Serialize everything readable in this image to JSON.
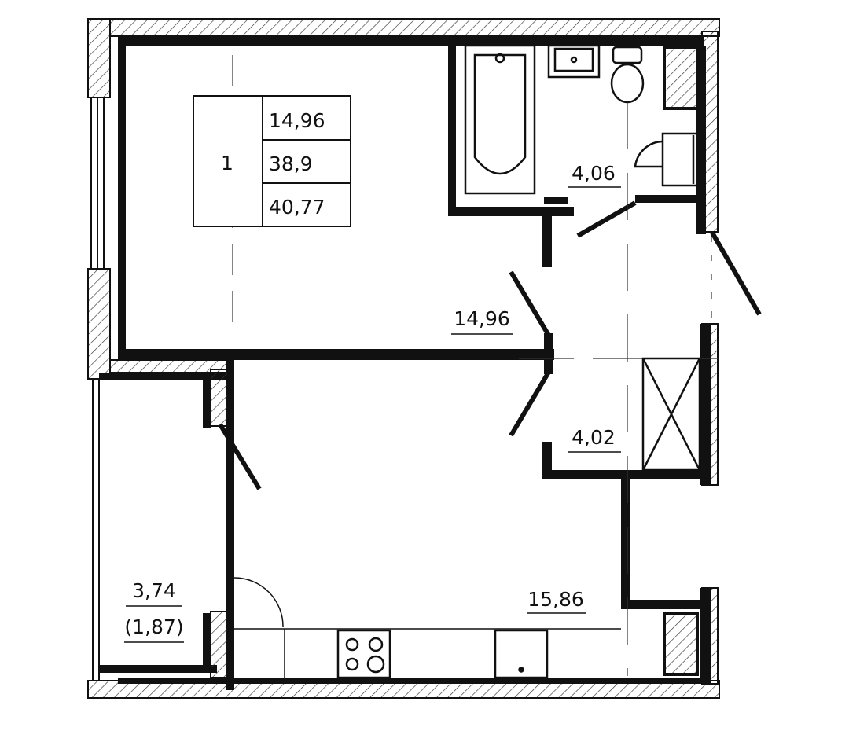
{
  "summary_box": {
    "unit_number": "1",
    "living_area": "14,96",
    "total_area": "38,9",
    "total_area_with_balcony": "40,77"
  },
  "rooms": {
    "bedroom_area": "14,96",
    "bathroom_area": "4,06",
    "hallway_area": "4,02",
    "kitchen_living_area": "15,86",
    "balcony_area": "3,74",
    "balcony_reduced_area": "(1,87)"
  },
  "colors": {
    "wall": "#111111",
    "background": "#ffffff",
    "hatch": "#333333"
  }
}
